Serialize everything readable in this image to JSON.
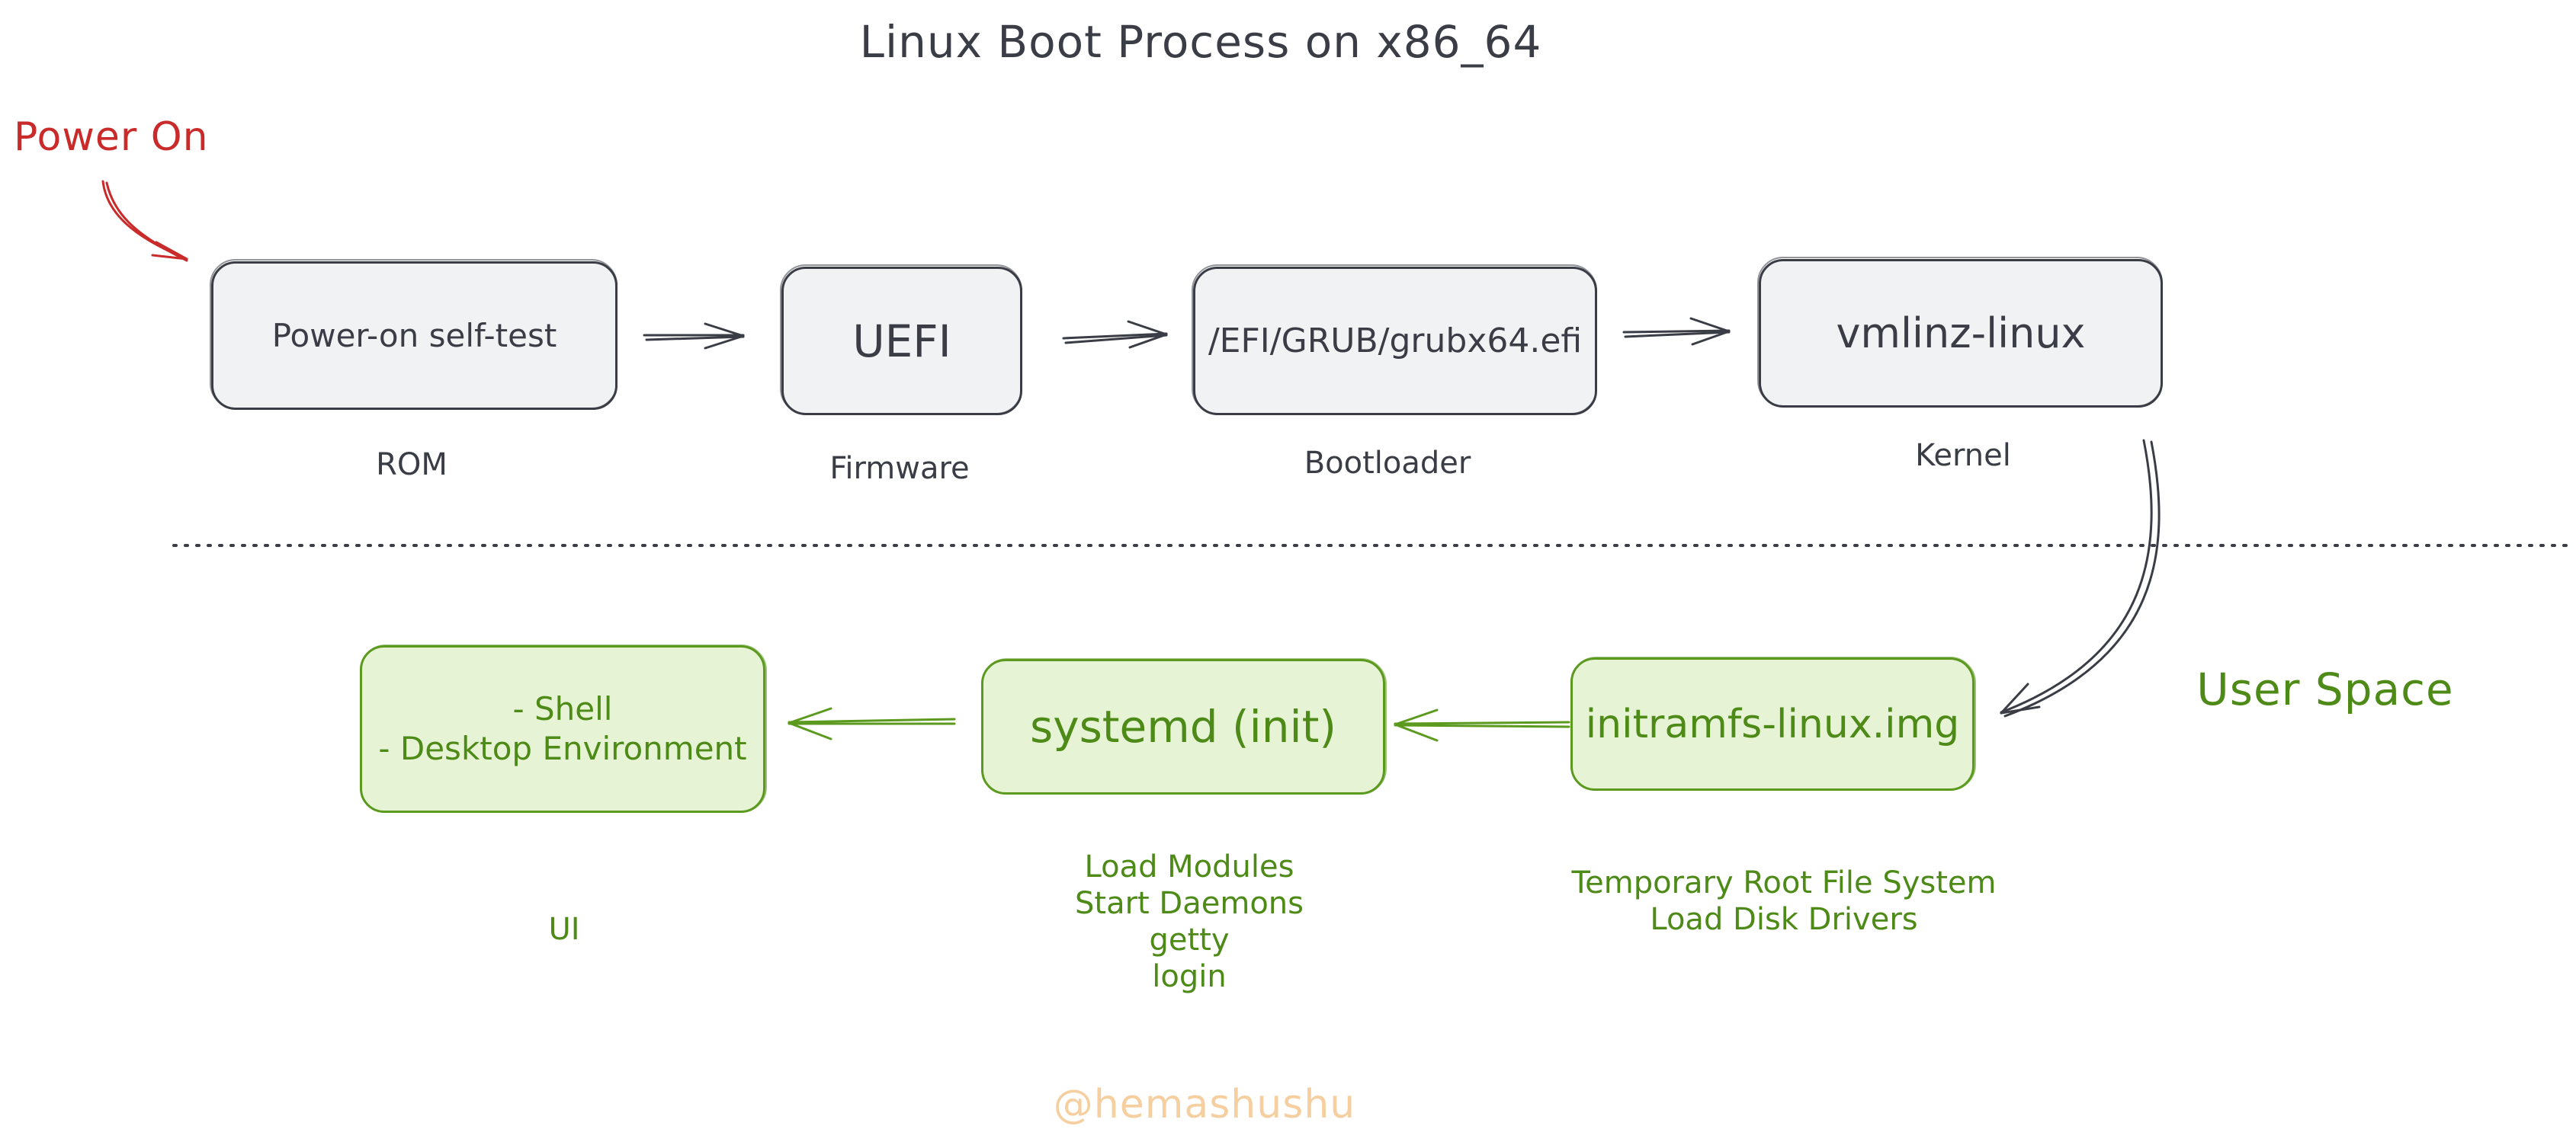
{
  "title": "Linux Boot Process on x86_64",
  "power_on": "Power On",
  "top_row": [
    {
      "box": "Power-on self-test",
      "label": "ROM"
    },
    {
      "box": "UEFI",
      "label": "Firmware"
    },
    {
      "box": "/EFI/GRUB/grubx64.efi",
      "label": "Bootloader"
    },
    {
      "box": "vmlinz-linux",
      "label": "Kernel"
    }
  ],
  "bottom_row": [
    {
      "box": "- Shell\n- Desktop Environment",
      "label": "UI"
    },
    {
      "box": "systemd (init)",
      "label": "Load Modules\nStart Daemons\ngetty\nlogin"
    },
    {
      "box": "initramfs-linux.img",
      "label": "Temporary Root File System\nLoad Disk Drivers"
    }
  ],
  "user_space": "User Space",
  "watermark": "@hemashushu",
  "colors": {
    "ink": "#3a3d45",
    "red": "#c92a2a",
    "green_stroke": "#5c9a1f",
    "green_text": "#4e8a17",
    "green_fill": "#e6f4d5",
    "gray_fill": "#f1f2f4",
    "watermark": "#f6cfa0"
  }
}
